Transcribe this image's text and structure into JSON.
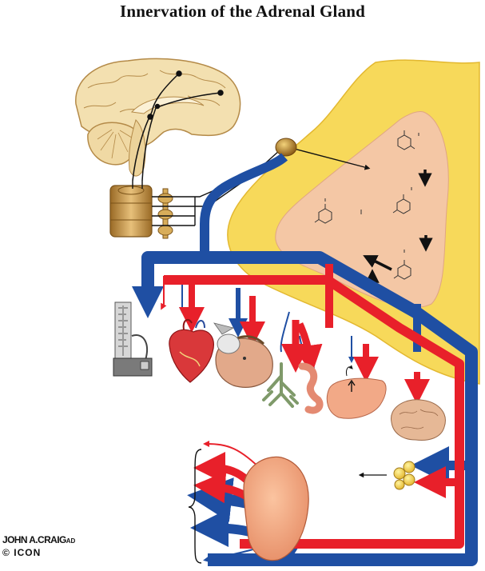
{
  "title": "Innervation of the Adrenal Gland",
  "signature": {
    "name": "JOHN A.CRAIG",
    "suffix": "AD",
    "copyright": "©",
    "logo": "ICON"
  },
  "colors": {
    "blood_red": "#e8202a",
    "blood_blue": "#1f4fa3",
    "cortex_yellow": "#f7d95a",
    "medulla_pink": "#f4c7a5",
    "nerve_black": "#111111",
    "ganglion_gold": "#c9932f"
  }
}
